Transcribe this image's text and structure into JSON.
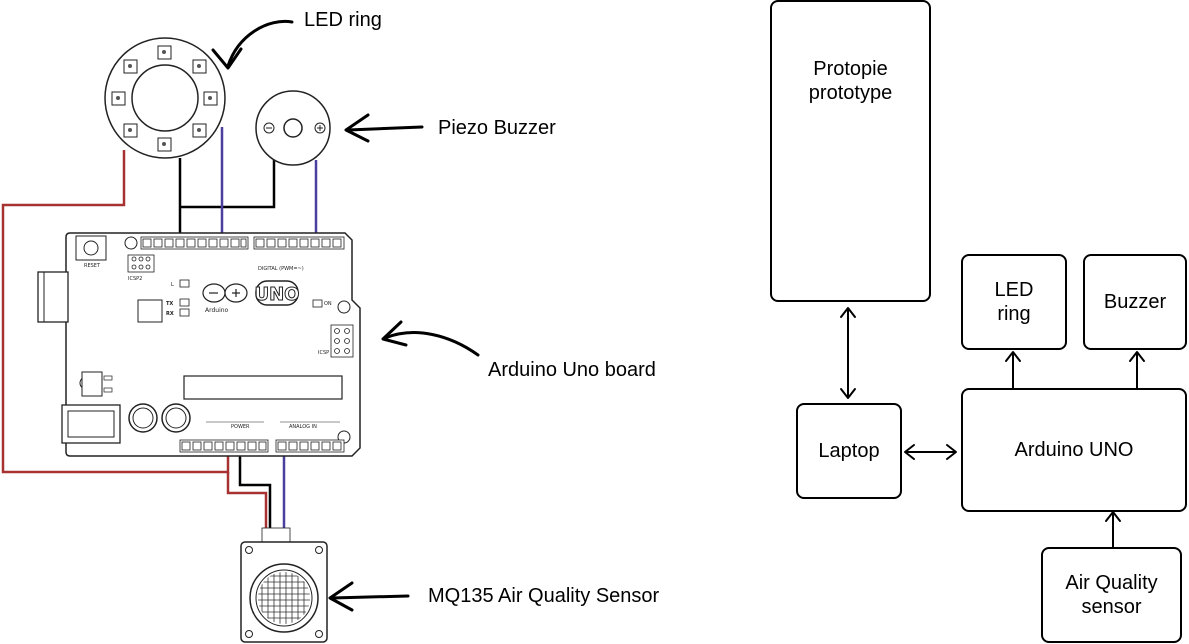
{
  "wiring_diagram": {
    "labels": {
      "led_ring": "LED ring",
      "piezo_buzzer": "Piezo Buzzer",
      "arduino_board": "Arduino Uno board",
      "air_sensor": "MQ135 Air Quality Sensor"
    },
    "board_markings": {
      "uno": "UNO",
      "arduino": "Arduino",
      "tx": "TX",
      "rx": "RX",
      "on": "ON",
      "l": "L",
      "reset": "RESET",
      "icsp2": "ICSP2",
      "icsp": "ICSP",
      "digital": "DIGITAL (PWM=~)",
      "power": "POWER",
      "analog_in": "ANALOG IN"
    },
    "wire_colors": {
      "power": "#a83232",
      "ground": "#000000",
      "signal": "#4a3f9e"
    }
  },
  "block_diagram": {
    "protopie": "Protopie\nprototype",
    "laptop": "Laptop",
    "arduino": "Arduino UNO",
    "led_ring": "LED\nring",
    "buzzer": "Buzzer",
    "air_sensor": "Air Quality\nsensor"
  }
}
